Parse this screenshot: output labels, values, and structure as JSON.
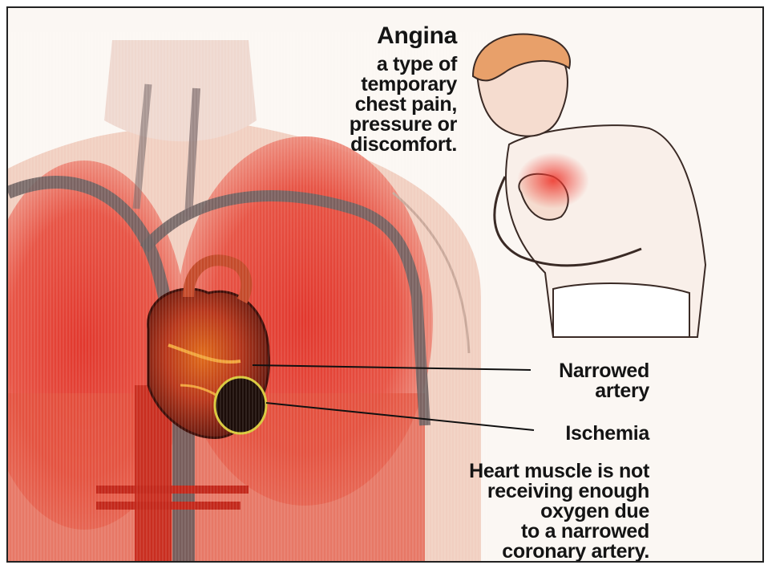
{
  "title": "Angina",
  "description_lines": [
    "a type of",
    "temporary",
    "chest pain,",
    "pressure or",
    "discomfort."
  ],
  "labels": {
    "narrowed_artery": [
      "Narrowed",
      "artery"
    ],
    "ischemia": "Ischemia",
    "ischemia_description": [
      "Heart muscle is not",
      "receiving enough",
      "oxygen due",
      "to a narrowed",
      "coronary artery."
    ]
  },
  "colors": {
    "chest_red": "#e23a2c",
    "heart_dark": "#6a1a10",
    "artery_gray": "#7a6f6f",
    "skin": "#f3d2c0",
    "text": "#141414"
  }
}
